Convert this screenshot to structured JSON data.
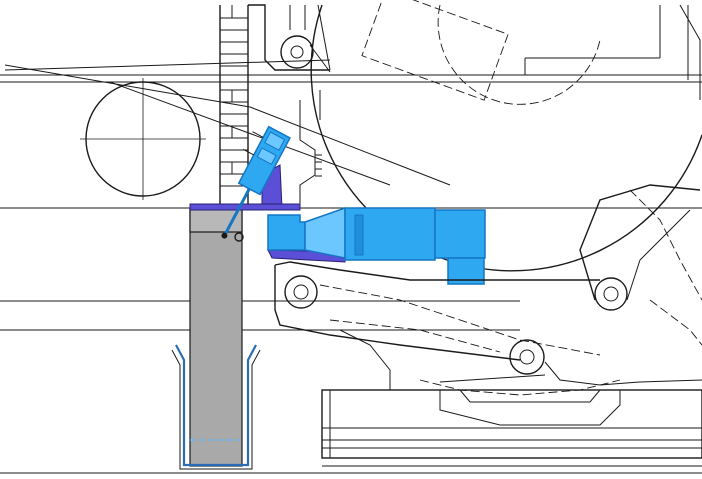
{
  "colors": {
    "line": "#1a1a1a",
    "background": "#ffffff",
    "actuator_blue": "#2ea8f0",
    "actuator_blue_dark": "#1476c4",
    "guide_purple": "#5a4fd6",
    "column_gray": "#a9a9a9",
    "tray_blue": "#2a6db5"
  },
  "components": [
    {
      "id": "support-roll",
      "kind": "circle"
    },
    {
      "id": "large-drum",
      "kind": "arc"
    },
    {
      "id": "pivot-bearing",
      "kind": "circle"
    },
    {
      "id": "ladder-frame",
      "kind": "frame"
    },
    {
      "id": "tilted-sensor-unit",
      "kind": "actuator"
    },
    {
      "id": "horizontal-cylinder-unit",
      "kind": "actuator"
    },
    {
      "id": "guide-block",
      "kind": "bracket"
    },
    {
      "id": "gray-column",
      "kind": "column"
    },
    {
      "id": "collection-tray",
      "kind": "tray"
    },
    {
      "id": "lever-arm",
      "kind": "linkage"
    },
    {
      "id": "base-plate",
      "kind": "base"
    }
  ]
}
